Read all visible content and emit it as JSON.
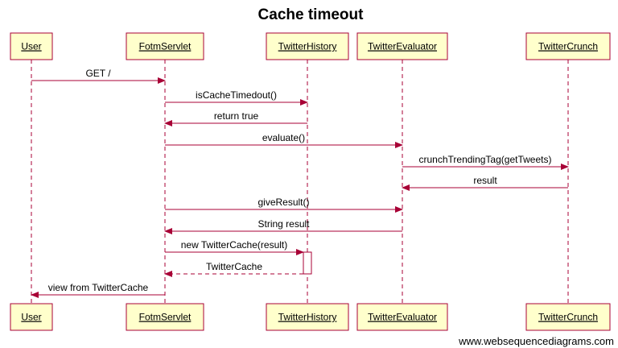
{
  "title": "Cache timeout",
  "credit": "www.websequencediagrams.com",
  "colors": {
    "line": "#a80036",
    "box_fill": "#ffffcc",
    "text": "#000000"
  },
  "participants": [
    {
      "id": "user",
      "label": "User"
    },
    {
      "id": "fotm",
      "label": "FotmServlet"
    },
    {
      "id": "history",
      "label": "TwitterHistory"
    },
    {
      "id": "evaluator",
      "label": "TwitterEvaluator"
    },
    {
      "id": "crunch",
      "label": "TwitterCrunch"
    }
  ],
  "messages": [
    {
      "from": "user",
      "to": "fotm",
      "label": "GET /",
      "style": "solid"
    },
    {
      "from": "fotm",
      "to": "history",
      "label": "isCacheTimedout()",
      "style": "solid"
    },
    {
      "from": "history",
      "to": "fotm",
      "label": "return true",
      "style": "solid"
    },
    {
      "from": "fotm",
      "to": "evaluator",
      "label": "evaluate()",
      "style": "solid"
    },
    {
      "from": "evaluator",
      "to": "crunch",
      "label": "crunchTrendingTag(getTweets)",
      "style": "solid"
    },
    {
      "from": "crunch",
      "to": "evaluator",
      "label": "result",
      "style": "solid"
    },
    {
      "from": "fotm",
      "to": "evaluator",
      "label": "giveResult()",
      "style": "solid"
    },
    {
      "from": "evaluator",
      "to": "fotm",
      "label": "String result",
      "style": "solid"
    },
    {
      "from": "fotm",
      "to": "history",
      "label": "new TwitterCache(result)",
      "style": "solid"
    },
    {
      "from": "history",
      "to": "fotm",
      "label": "TwitterCache",
      "style": "dashed"
    },
    {
      "from": "fotm",
      "to": "user",
      "label": "view from TwitterCache",
      "style": "solid"
    }
  ]
}
